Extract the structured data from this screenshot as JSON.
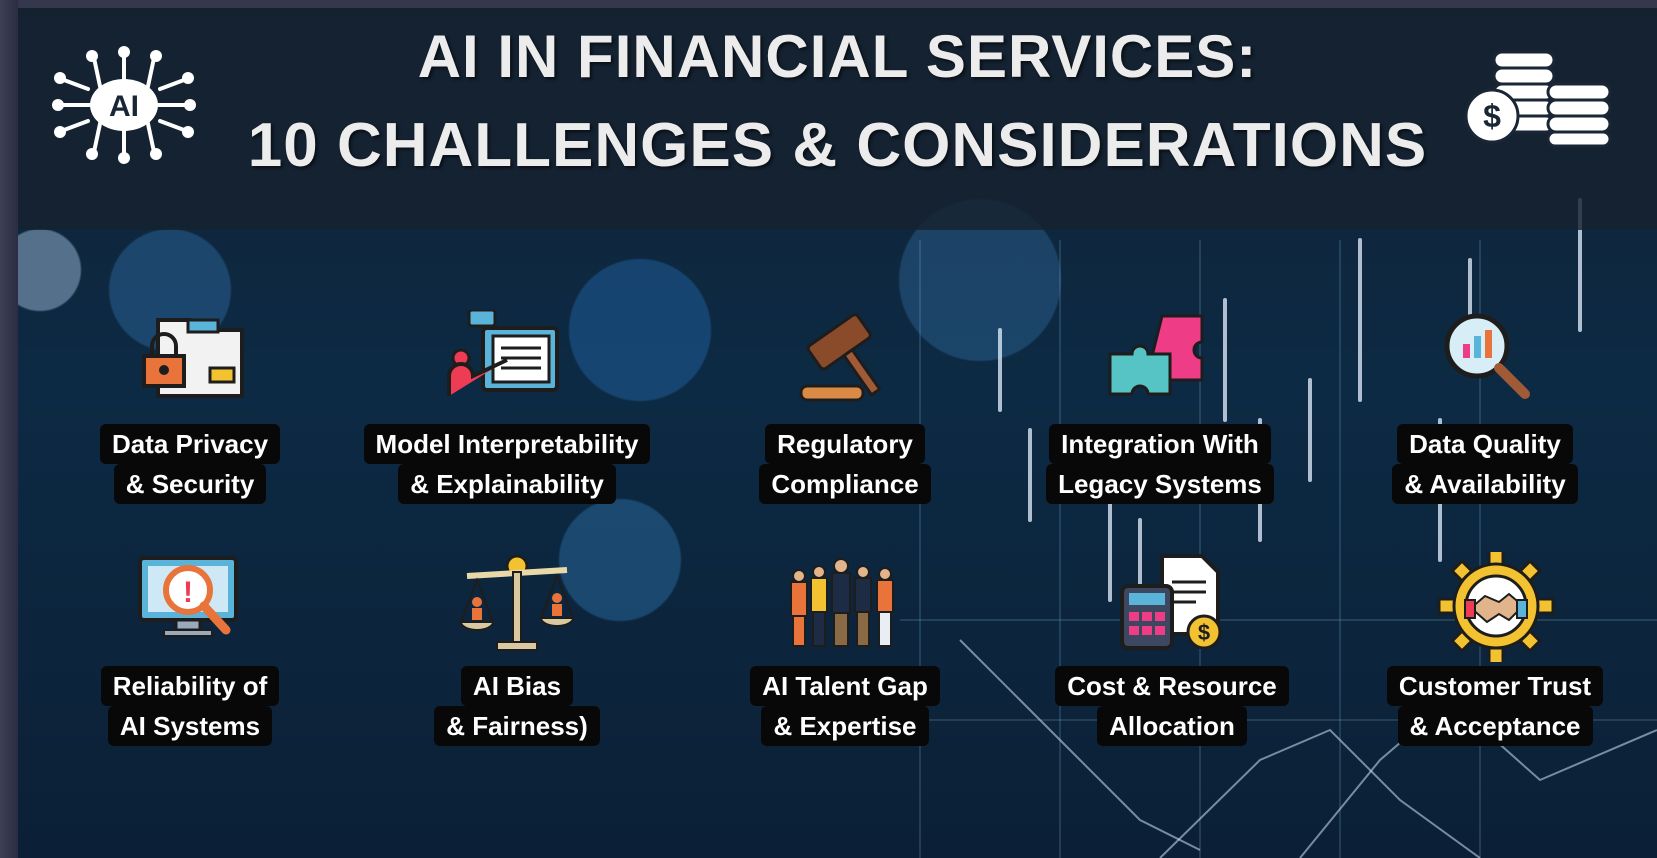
{
  "header": {
    "title_line1": "AI  IN FINANCIAL SERVICES:",
    "title_line2": "10 CHALLENGES & CONSIDERATIONS",
    "logo_text": "AI",
    "coin_symbol": "$"
  },
  "colors": {
    "accent_blue": "#5ab3d8",
    "accent_pink": "#ee3c86",
    "accent_teal": "#56c3c4",
    "accent_orange": "#e8743b",
    "accent_yellow": "#f2c230",
    "label_bg": "#080808"
  },
  "challenges": [
    {
      "icon": "locked-folder-icon",
      "line1": "Data Privacy",
      "line2": "& Security"
    },
    {
      "icon": "presentation-icon",
      "line1": "Model Interpretability",
      "line2": "& Explainability"
    },
    {
      "icon": "gavel-icon",
      "line1": "Regulatory",
      "line2": "Compliance"
    },
    {
      "icon": "puzzle-icon",
      "line1": "Integration With",
      "line2": "Legacy Systems"
    },
    {
      "icon": "magnifier-chart-icon",
      "line1": "Data Quality",
      "line2": "& Availability"
    },
    {
      "icon": "monitor-alert-icon",
      "line1": "Reliability of",
      "line2": "AI Systems"
    },
    {
      "icon": "balance-scale-icon",
      "line1": "AI Bias",
      "line2": "& Fairness)"
    },
    {
      "icon": "team-icon",
      "line1": "AI Talent Gap",
      "line2": "& Expertise"
    },
    {
      "icon": "calculator-invoice-icon",
      "line1": "Cost & Resource",
      "line2": "Allocation"
    },
    {
      "icon": "handshake-gear-icon",
      "line1": "Customer Trust",
      "line2": "& Acceptance"
    }
  ]
}
